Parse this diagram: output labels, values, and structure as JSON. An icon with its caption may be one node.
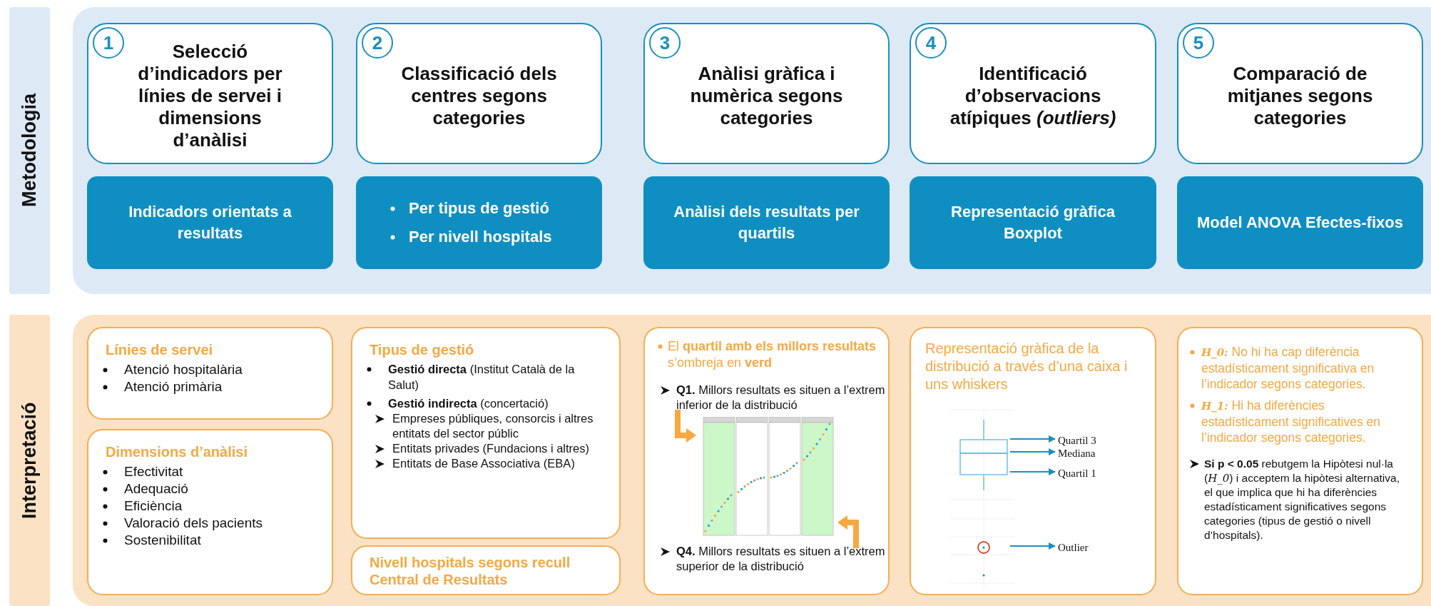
{
  "diagram": {
    "nodes": [
      {
        "text": [
          "Metodologia"
        ]
      },
      {
        "text": [
          "1",
          "Selecció d’indicadors per línies de servei i dimensions d’anàlisi"
        ],
        "in": 0
      },
      {
        "text": [
          "2",
          "Classificació dels centres segons categories"
        ],
        "in": 0
      },
      {
        "text": [
          "3",
          "Anàlisi gràfica i numèrica segons categories"
        ],
        "in": 0
      },
      {
        "text": [
          "4",
          "Identificació d’observacions atípiques *(outliers)*"
        ],
        "in": 0
      },
      {
        "text": [
          "5",
          "Comparació de mitjanes segons categories"
        ],
        "in": 0
      },
      {
        "text": [
          "Indicadors orientats a resultats"
        ],
        "in": 0
      },
      {
        "text": [
          "Per tipus de gestió",
          "Per nivell hospitals"
        ],
        "in": 0
      },
      {
        "text": [
          "Anàlisi dels resultats per quartils"
        ],
        "in": 0
      },
      {
        "text": [
          "Representació gràfica Boxplot"
        ],
        "in": 0
      },
      {
        "text": [
          "Model ANOVA Efectes-fixos"
        ],
        "in": 0
      },
      {
        "text": [
          "Interpretació"
        ]
      },
      {
        "text": [
          "Línies de servei",
          "Atenció hospitalària",
          "Atenció primària"
        ],
        "in": 11
      },
      {
        "text": [
          "Dimensions d’anàlisi",
          "Efectivitat",
          "Adequació",
          "Eficiència",
          "Valoració dels pacients",
          "Sostenibilitat"
        ],
        "in": 11
      },
      {
        "text": [
          "Tipus de gestió",
          "**Gestió directa** (Institut Català de la Salut)",
          "**Gestió indirecta** (concertació)",
          "Empreses públiques, consorcis i altres entitats del sector públic",
          "Entitats privades (Fundacions i altres)",
          "Entitats de Base Associativa (EBA)"
        ],
        "in": 11
      },
      {
        "text": [
          "Nivell hospitals segons recull Central de Resultats"
        ],
        "in": 11
      },
      {
        "text": [
          "El **quartil amb els millors resultats** s’ombreja en **verd**",
          "**Q1.** Millors resultats es situen a l’extrem inferior de la distribució",
          "**Q4.** Millors resultats es situen a l’extrem superior de la distribució"
        ],
        "in": 11
      },
      {
        "text": [
          "Representació gràfica de la distribució a través d’una caixa i uns whiskers"
        ],
        "in": 11
      },
      {
        "text": [
          "Quartil 3"
        ],
        "in": 17
      },
      {
        "text": [
          "Mediana"
        ],
        "in": 17
      },
      {
        "text": [
          "Quartil 1"
        ],
        "in": 17
      },
      {
        "text": [
          "Outlier"
        ],
        "in": 17
      },
      {
        "text": [
          "*H_0:* No hi ha cap diferència estadísticament significativa en l’indicador segons categories.",
          "*H_1:* Hi ha diferències estadísticament significatives en l’indicador segons categories.",
          "**Si p < 0.05** rebutgem la Hipòtesi nul·la (*H_0*) i acceptem la hipòtesi alternativa, el que implica que hi ha diferències estadísticament significatives segons categories (tipus de gestió o nivell d’hospitals)."
        ],
        "in": 11
      }
    ],
    "edges": [
      {
        "from": null,
        "to": 18,
        "arrow": "to"
      },
      {
        "from": null,
        "to": 19,
        "arrow": "to"
      },
      {
        "from": null,
        "to": 20,
        "arrow": "to"
      },
      {
        "from": null,
        "to": 21,
        "arrow": "to"
      }
    ]
  }
}
